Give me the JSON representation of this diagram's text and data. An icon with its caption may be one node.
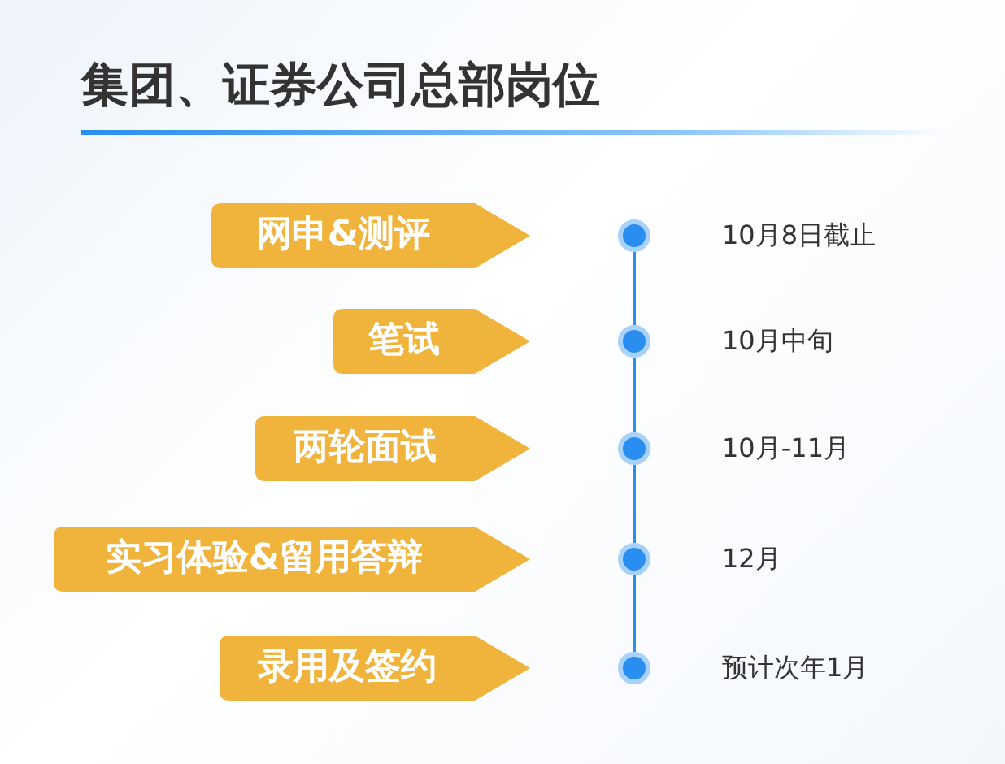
{
  "diagram": {
    "title": "集团、证券公司总部岗位",
    "nodes": [
      {
        "text": [
          "网申&测评"
        ]
      },
      {
        "text": [],
        "shape": "circle",
        "beside": [
          "10月8日截止"
        ]
      },
      {
        "text": [
          "笔试"
        ]
      },
      {
        "text": [],
        "shape": "circle",
        "beside": [
          "10月中旬"
        ]
      },
      {
        "text": [
          "两轮面试"
        ]
      },
      {
        "text": [],
        "shape": "circle",
        "beside": [
          "10月-11月"
        ]
      },
      {
        "text": [
          "实习体验&留用答辩"
        ]
      },
      {
        "text": [],
        "shape": "circle",
        "beside": [
          "12月"
        ]
      },
      {
        "text": [
          "录用及签约"
        ]
      },
      {
        "text": [],
        "shape": "circle",
        "beside": [
          "预计次年1月"
        ]
      }
    ],
    "edges": [
      {
        "from": 1,
        "to": 3,
        "arrow": "none"
      },
      {
        "from": 3,
        "to": 5,
        "arrow": "none"
      },
      {
        "from": 5,
        "to": 7,
        "arrow": "none"
      },
      {
        "from": 7,
        "to": 9,
        "arrow": "none"
      }
    ]
  }
}
